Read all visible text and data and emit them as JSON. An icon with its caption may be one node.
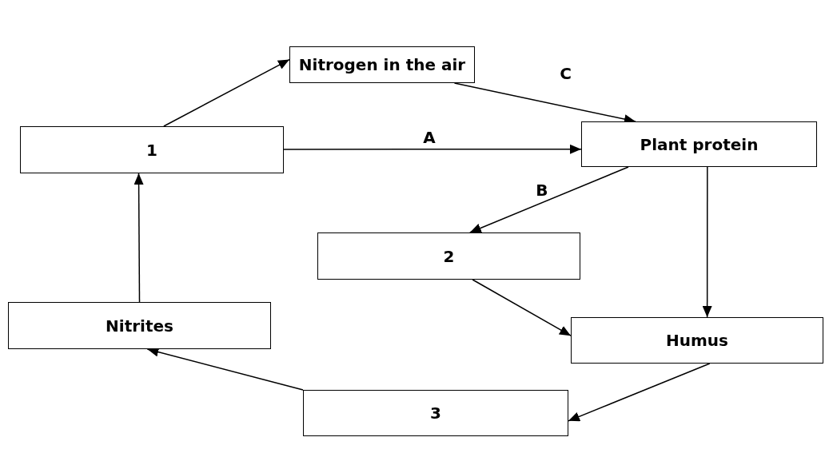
{
  "diagram": {
    "nodes": [
      {
        "text": [
          "Nitrogen in the air"
        ]
      },
      {
        "text": [
          "1"
        ]
      },
      {
        "text": [
          "Plant protein"
        ]
      },
      {
        "text": [
          "2"
        ]
      },
      {
        "text": [
          "Nitrites"
        ]
      },
      {
        "text": [
          "Humus"
        ]
      },
      {
        "text": [
          "3"
        ]
      }
    ],
    "edges": [
      {
        "from": 1,
        "to": 0,
        "arrow": "to"
      },
      {
        "from": 0,
        "to": 2,
        "arrow": "to",
        "label": "C"
      },
      {
        "from": 1,
        "to": 2,
        "arrow": "to",
        "label": "A"
      },
      {
        "from": 2,
        "to": 3,
        "arrow": "to",
        "label": "B"
      },
      {
        "from": 2,
        "to": 5,
        "arrow": "to"
      },
      {
        "from": 3,
        "to": 5,
        "arrow": "to"
      },
      {
        "from": 5,
        "to": 6,
        "arrow": "to"
      },
      {
        "from": 6,
        "to": 4,
        "arrow": "to"
      },
      {
        "from": 4,
        "to": 1,
        "arrow": "to"
      }
    ]
  }
}
